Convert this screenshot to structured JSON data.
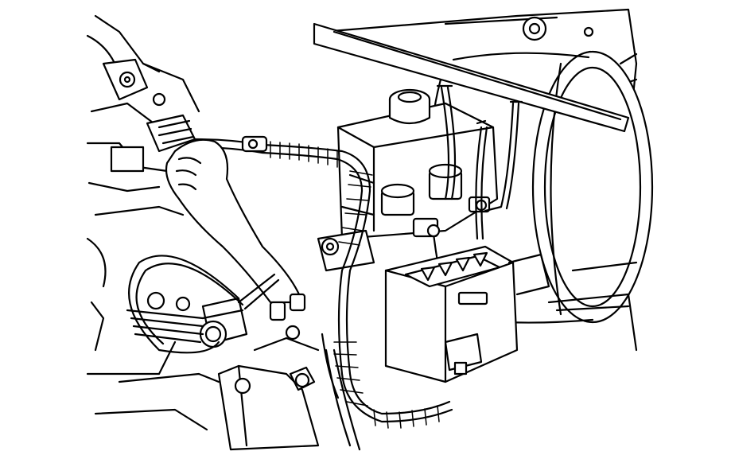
{
  "diagram": {
    "subject": "engine-compartment-line-drawing",
    "components": [
      "brake-booster",
      "master-cylinder",
      "reservoir-cap",
      "abs-module",
      "wiring-harness",
      "engine-block",
      "frame-bracket",
      "hand"
    ],
    "colors": {
      "line": "#000000",
      "background": "#ffffff"
    },
    "labels": []
  }
}
